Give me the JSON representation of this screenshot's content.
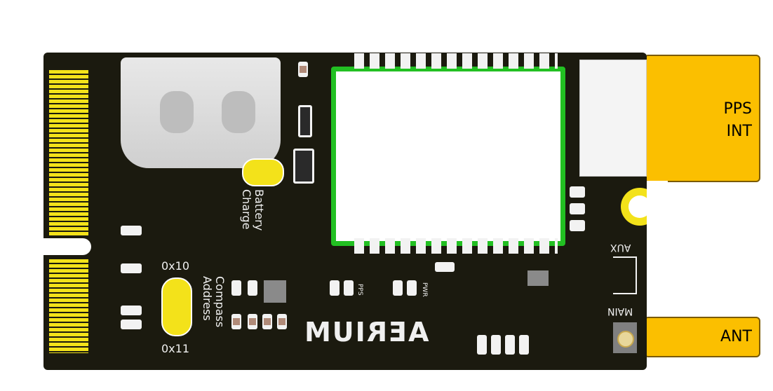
{
  "labels": {
    "battery": "Battery",
    "charge": "Charge",
    "addr_top": "0x10",
    "addr_bottom": "0x11",
    "compass": "Compass",
    "address": "Address",
    "led_pps": "PPS",
    "led_pwr": "PWR",
    "logo": "AERIUM",
    "aux": "AUX",
    "main": "MAIN"
  },
  "callouts": {
    "pps_int": [
      "PPS",
      "INT"
    ],
    "ant": "ANT"
  },
  "colors": {
    "board": "#1b1a0f",
    "callout": "#fbbf00",
    "gold": "#f3e21a",
    "module_border": "#22c022"
  }
}
